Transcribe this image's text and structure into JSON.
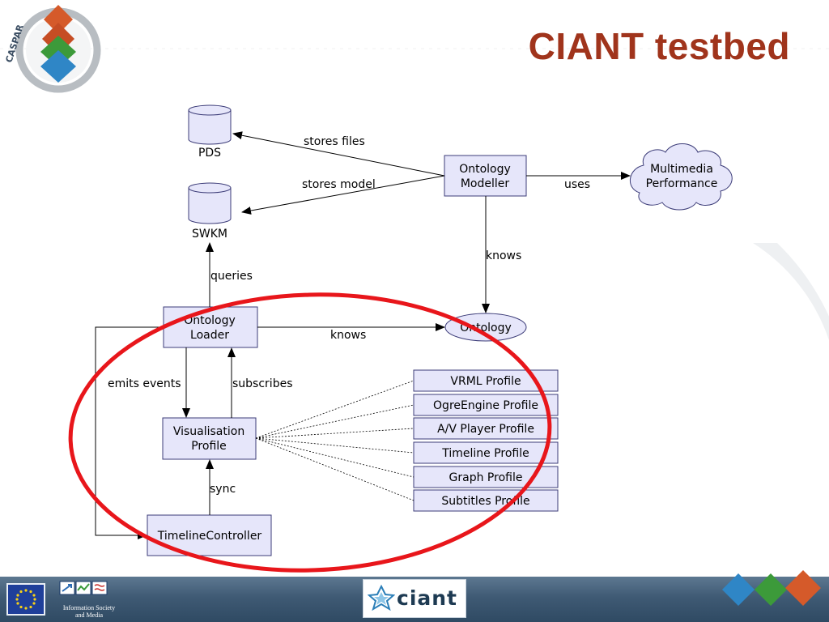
{
  "slide": {
    "title": "CIANT testbed",
    "logo_text": "CASPAR",
    "footer_text": "Information Society and Media",
    "footer_text_line1": "Information Society",
    "footer_text_line2": "and Media",
    "partner_wordmark": "ciant"
  },
  "diagram": {
    "nodes": {
      "pds": "PDS",
      "swkm": "SWKM",
      "modeller_1": "Ontology",
      "modeller_2": "Modeller",
      "multimedia_1": "Multimedia",
      "multimedia_2": "Performance",
      "loader_1": "Ontology",
      "loader_2": "Loader",
      "ontology": "Ontology",
      "vis_1": "Visualisation",
      "vis_2": "Profile",
      "timeline_controller": "TimelineController"
    },
    "profiles": [
      "VRML Profile",
      "OgreEngine Profile",
      "A/V Player Profile",
      "Timeline Profile",
      "Graph Profile",
      "Subtitles Profile"
    ],
    "edges": {
      "stores_files": "stores files",
      "stores_model": "stores model",
      "uses": "uses",
      "knows_modeller": "knows",
      "queries": "queries",
      "knows_loader": "knows",
      "emits_events": "emits events",
      "subscribes": "subscribes",
      "sync": "sync"
    }
  },
  "colors": {
    "title": "#a0341c",
    "node_fill": "#e6e6fa",
    "node_stroke": "#3c3c78",
    "highlight_ellipse": "#e8161b",
    "footer": "#3f5a74"
  }
}
